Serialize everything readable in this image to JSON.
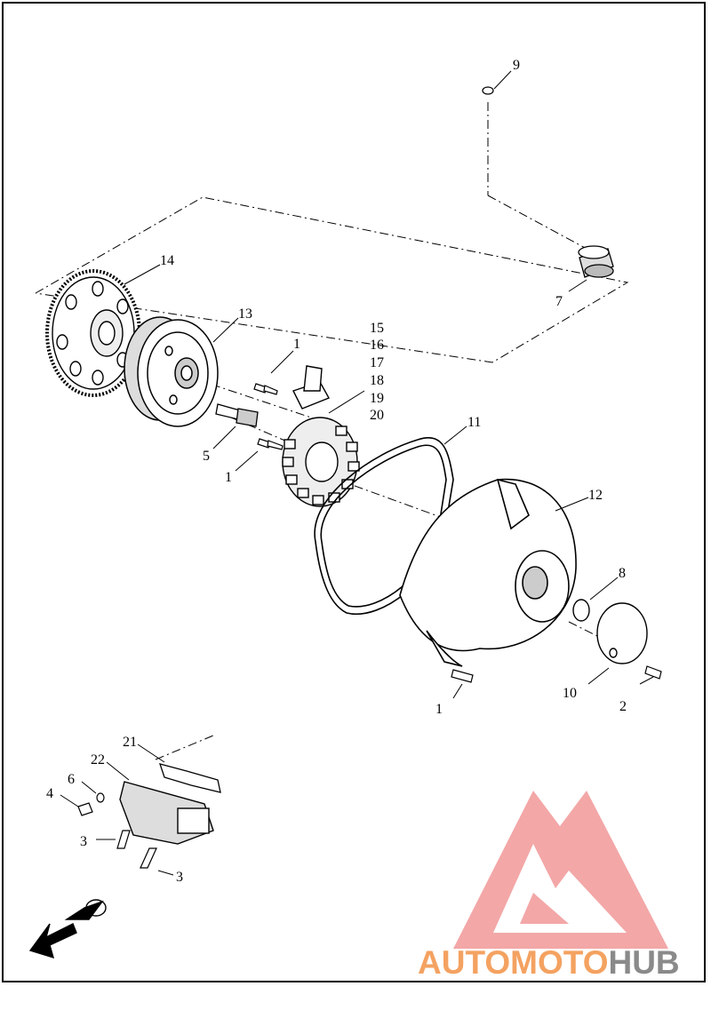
{
  "callouts": {
    "c1a": "1",
    "c1b": "1",
    "c1c": "1",
    "c2": "2",
    "c3a": "3",
    "c3b": "3",
    "c4": "4",
    "c5": "5",
    "c6": "6",
    "c7": "7",
    "c8": "8",
    "c9": "9",
    "c10": "10",
    "c11": "11",
    "c12": "12",
    "c13": "13",
    "c14": "14",
    "c15": "15",
    "c16": "16",
    "c17": "17",
    "c18": "18",
    "c19": "19",
    "c20": "20",
    "c21": "21",
    "c22": "22"
  },
  "watermark": {
    "part1": "AUTO",
    "part2": "MOTO",
    "part3": "HUB",
    "color_primary": "#f4a261",
    "color_secondary": "#8a8a8a",
    "logo_color": "#f08080"
  }
}
